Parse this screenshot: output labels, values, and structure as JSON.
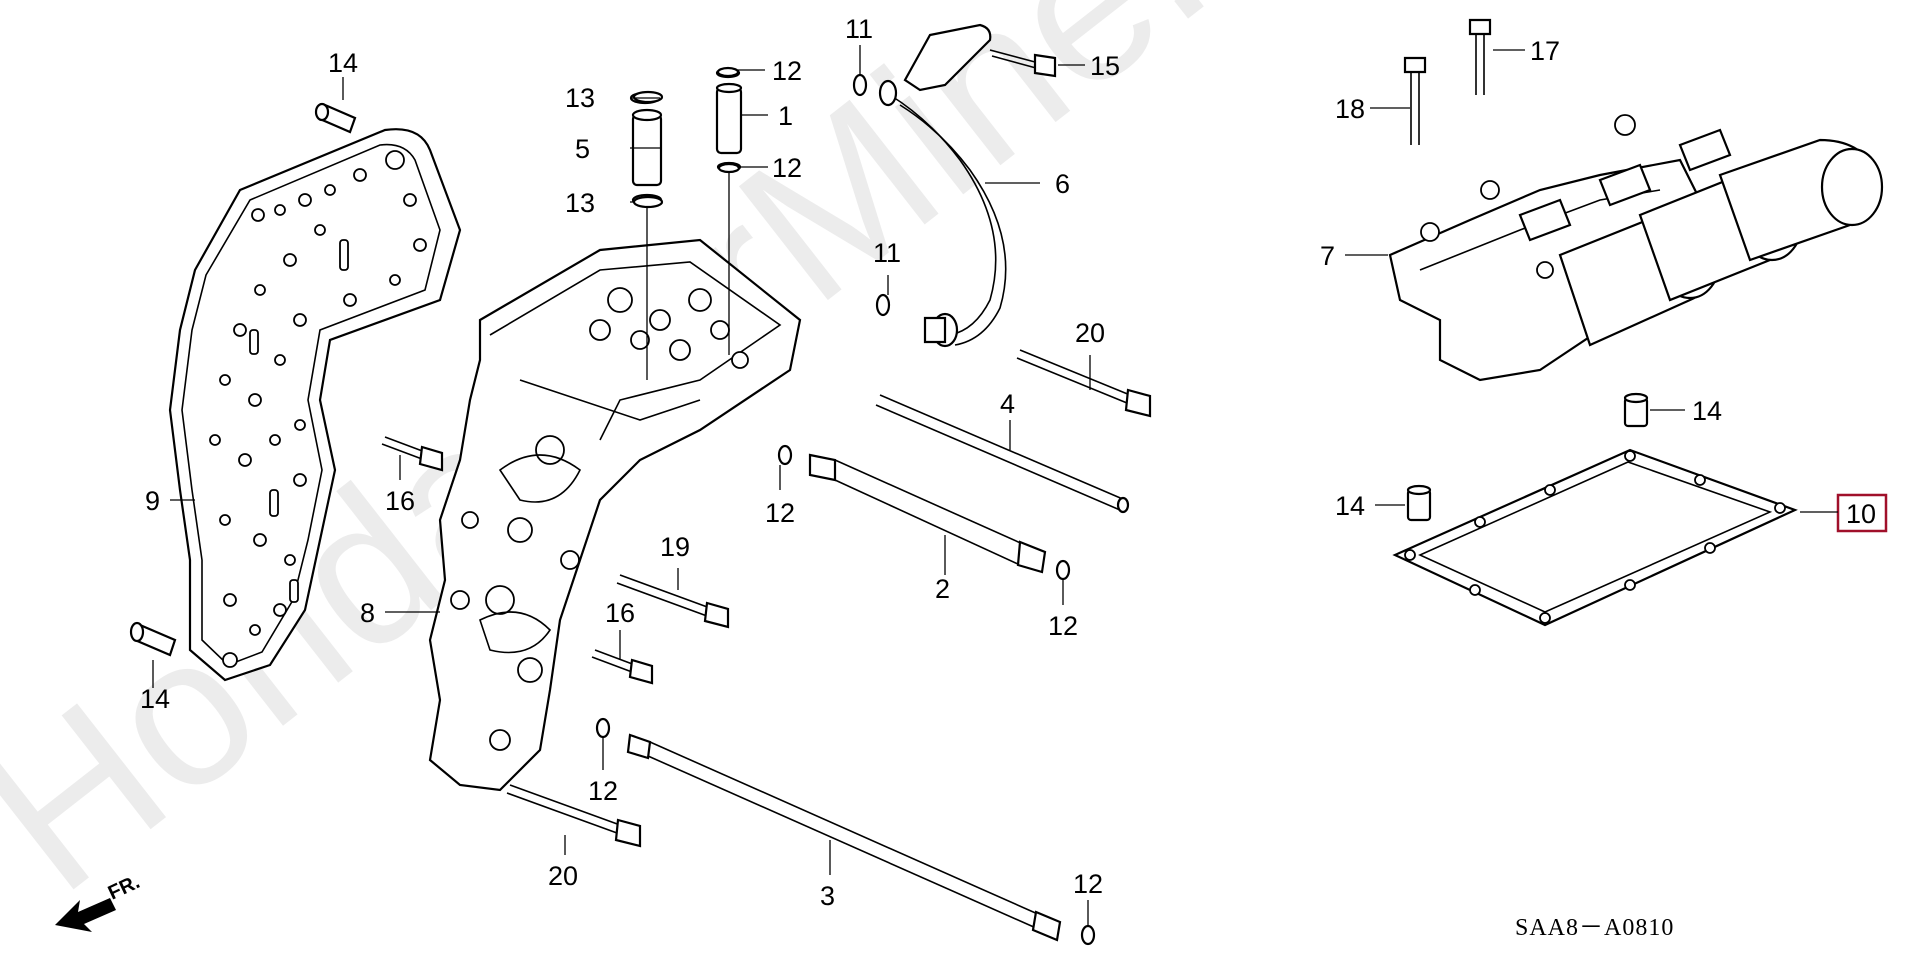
{
  "watermark": "HondaCarMine.ru",
  "diagram_code": "SAA8－A0810",
  "front_arrow_label": "FR.",
  "highlight_color": "#a0102a",
  "callouts": {
    "c14a": "14",
    "c14b": "14",
    "c14c": "14",
    "c14d": "14",
    "c9": "9",
    "c8": "8",
    "c13a": "13",
    "c13b": "13",
    "c5": "5",
    "c12a": "12",
    "c1": "1",
    "c12b": "12",
    "c11a": "11",
    "c11b": "11",
    "c15": "15",
    "c6": "6",
    "c20a": "20",
    "c20b": "20",
    "c4": "4",
    "c16a": "16",
    "c16b": "16",
    "c12c": "12",
    "c12d": "12",
    "c12e": "12",
    "c12f": "12",
    "c19": "19",
    "c2": "2",
    "c3": "3",
    "c17": "17",
    "c18": "18",
    "c7": "7",
    "c10": "10"
  }
}
